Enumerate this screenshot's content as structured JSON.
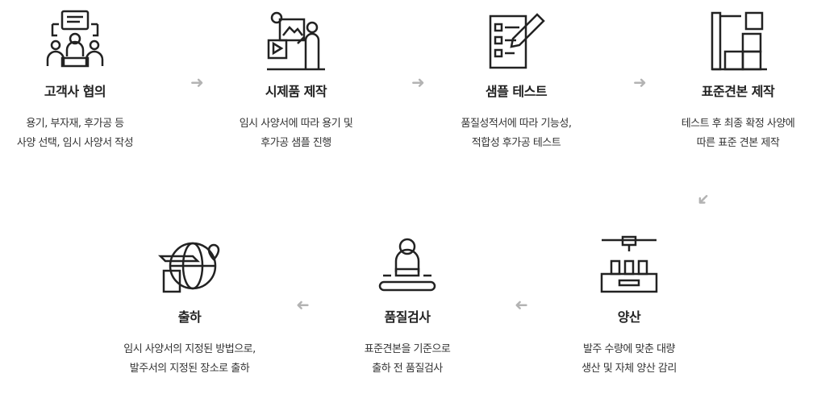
{
  "steps": [
    {
      "title": "고객사 협의",
      "lines": [
        "용기, 부자재, 후가공 등",
        "사양 선택, 임시 사양서 작성"
      ],
      "icon": "meeting-icon"
    },
    {
      "title": "시제품 제작",
      "lines": [
        "임시 사양서에 따라 용기 및",
        "후가공 샘플 진행"
      ],
      "icon": "presentation-icon"
    },
    {
      "title": "샘플 테스트",
      "lines": [
        "품질성적서에 따라 기능성,",
        "적합성 후가공 테스트"
      ],
      "icon": "checklist-icon"
    },
    {
      "title": "표준견본 제작",
      "lines": [
        "테스트 후 최종 확정 사양에",
        "따른 표준 견본 제작"
      ],
      "icon": "boxes-icon"
    },
    {
      "title": "양산",
      "lines": [
        "발주 수량에 맞춘 대량",
        "생산 및 자체 양산 감리"
      ],
      "icon": "production-line-icon"
    },
    {
      "title": "품질검사",
      "lines": [
        "표준견본을 기준으로",
        "출하 전 품질검사"
      ],
      "icon": "inspector-icon"
    },
    {
      "title": "출하",
      "lines": [
        "임시 사양서의 지정된 방법으로,",
        "발주서의 지정된 장소로 출하"
      ],
      "icon": "global-shipping-icon"
    }
  ],
  "colors": {
    "arrow": "#b3b3b3",
    "text": "#222222"
  }
}
